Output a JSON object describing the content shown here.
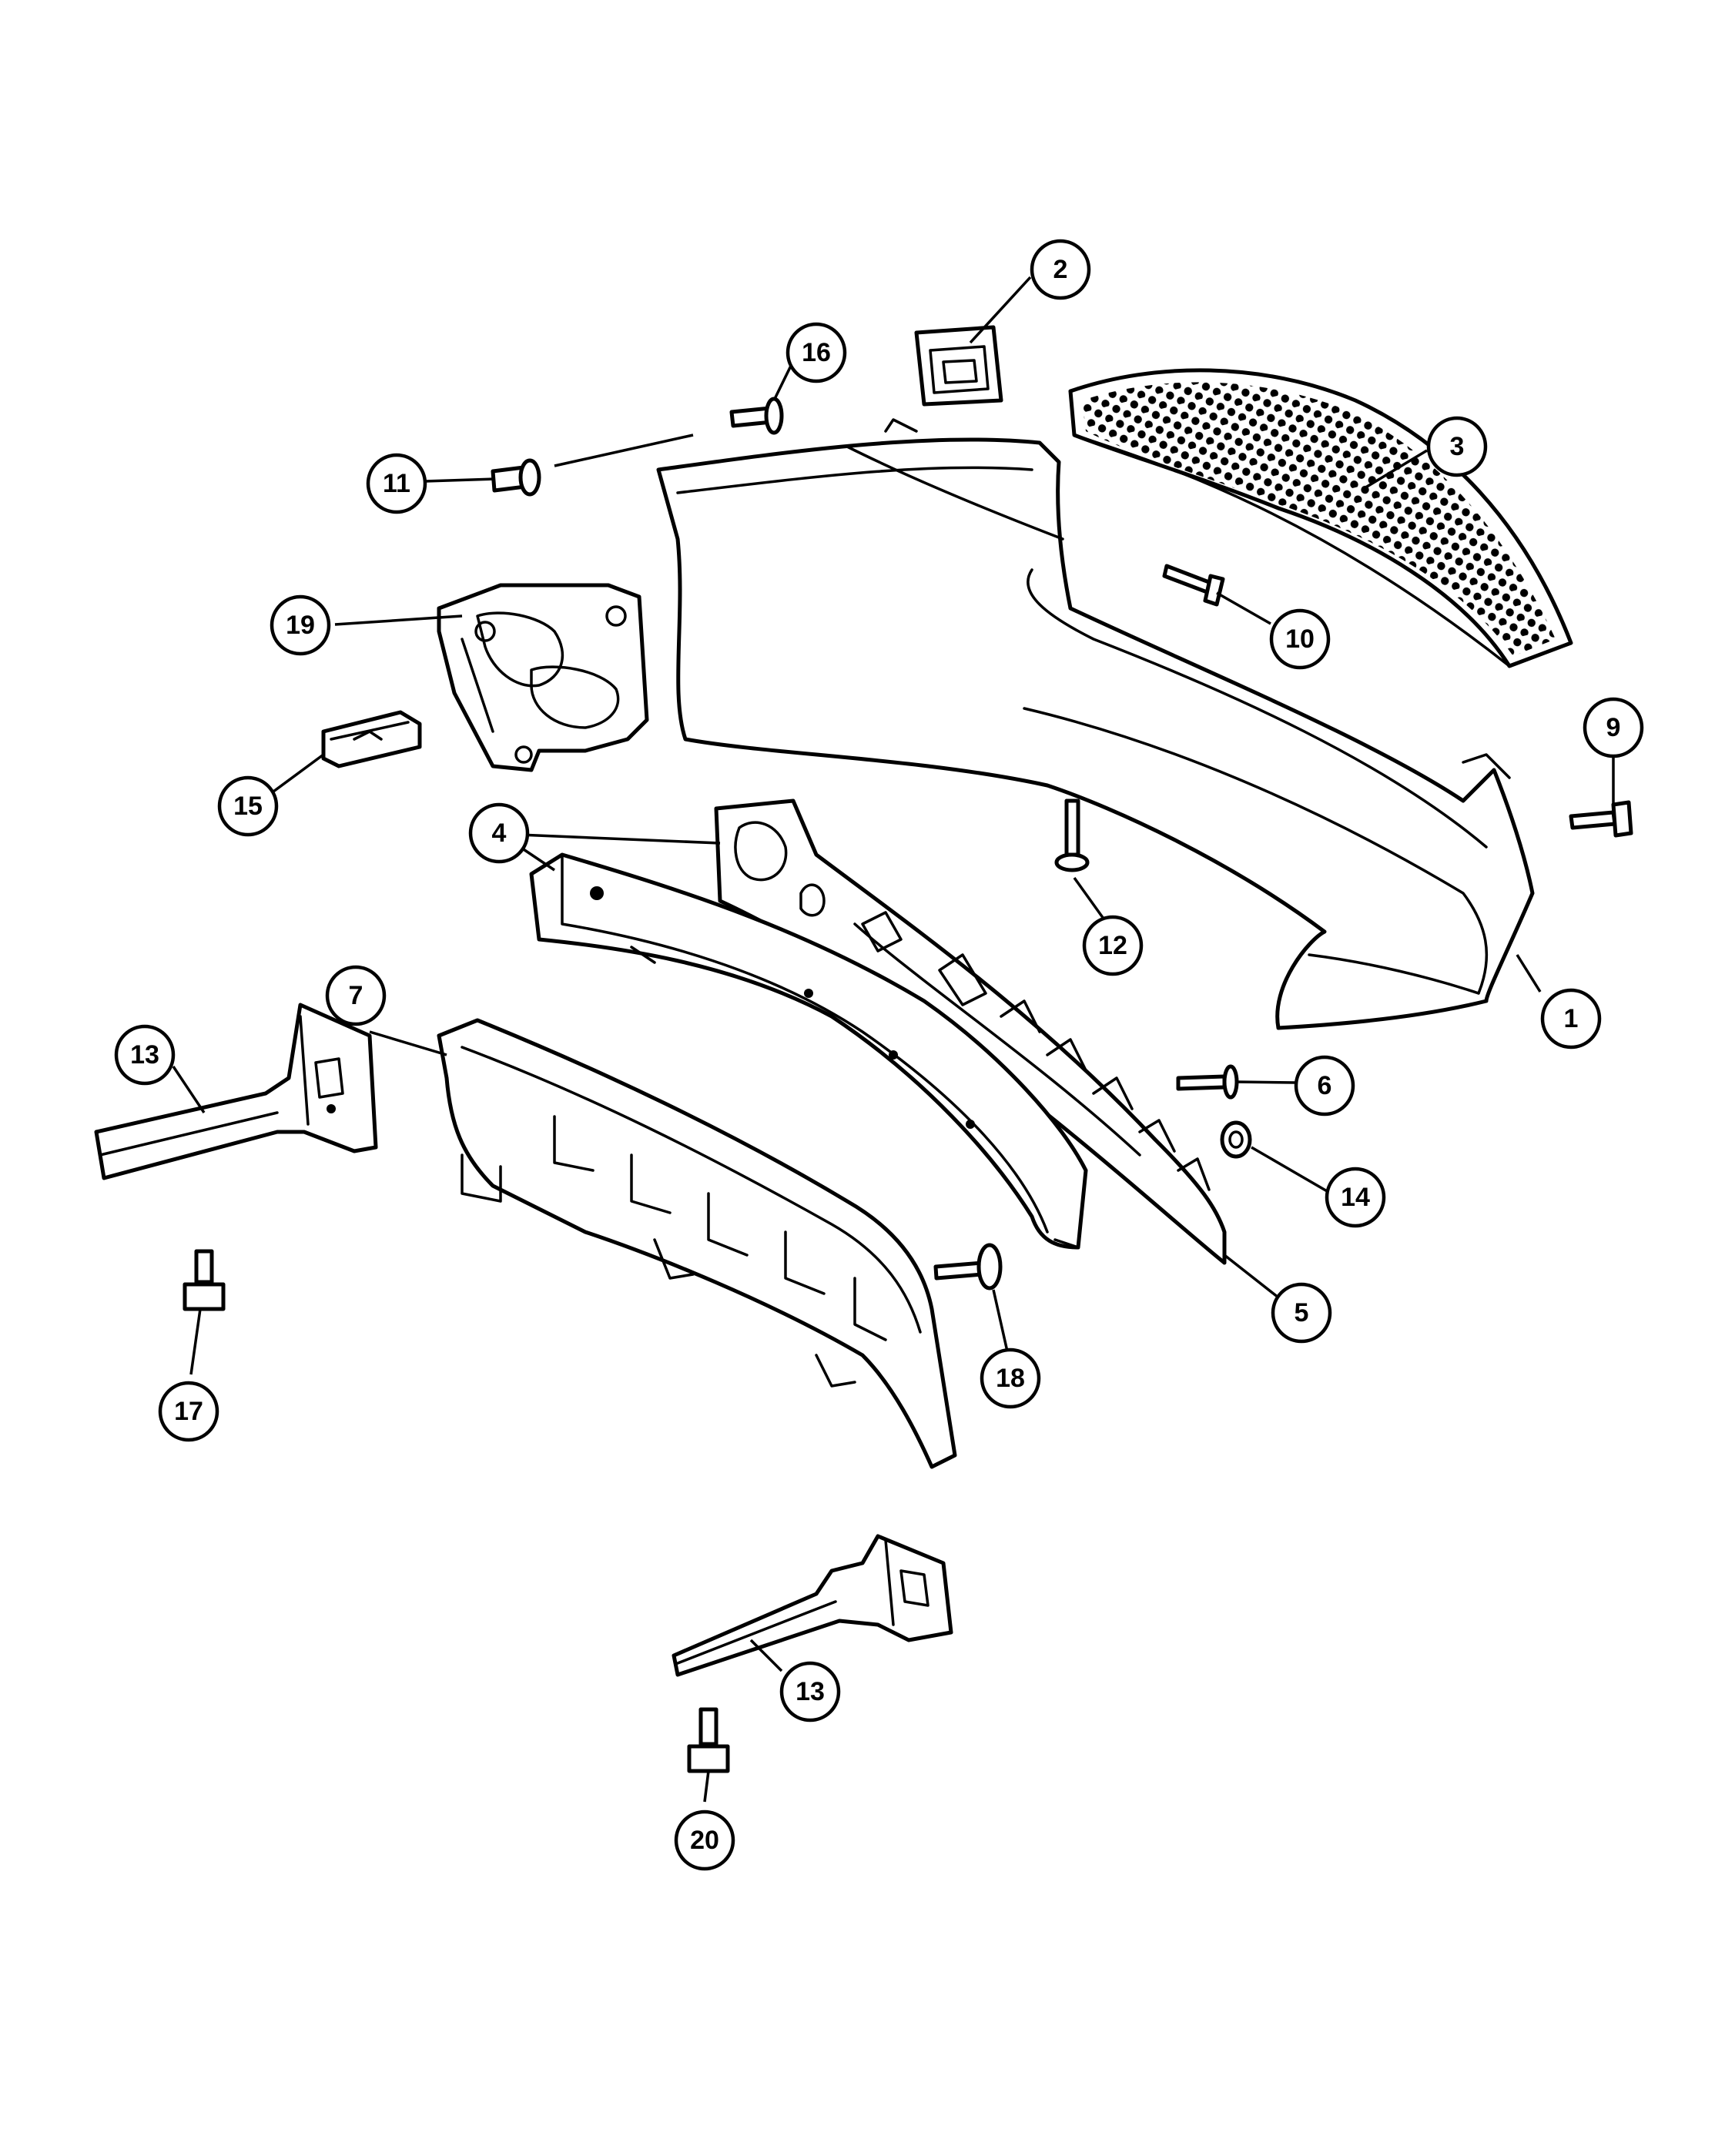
{
  "callouts": [
    {
      "label": "1"
    },
    {
      "label": "2"
    },
    {
      "label": "3"
    },
    {
      "label": "4"
    },
    {
      "label": "5"
    },
    {
      "label": "6"
    },
    {
      "label": "7"
    },
    {
      "label": "9"
    },
    {
      "label": "10"
    },
    {
      "label": "11"
    },
    {
      "label": "12"
    },
    {
      "label": "13"
    },
    {
      "label": "13"
    },
    {
      "label": "14"
    },
    {
      "label": "15"
    },
    {
      "label": "16"
    },
    {
      "label": "17"
    },
    {
      "label": "18"
    },
    {
      "label": "19"
    },
    {
      "label": "20"
    }
  ]
}
